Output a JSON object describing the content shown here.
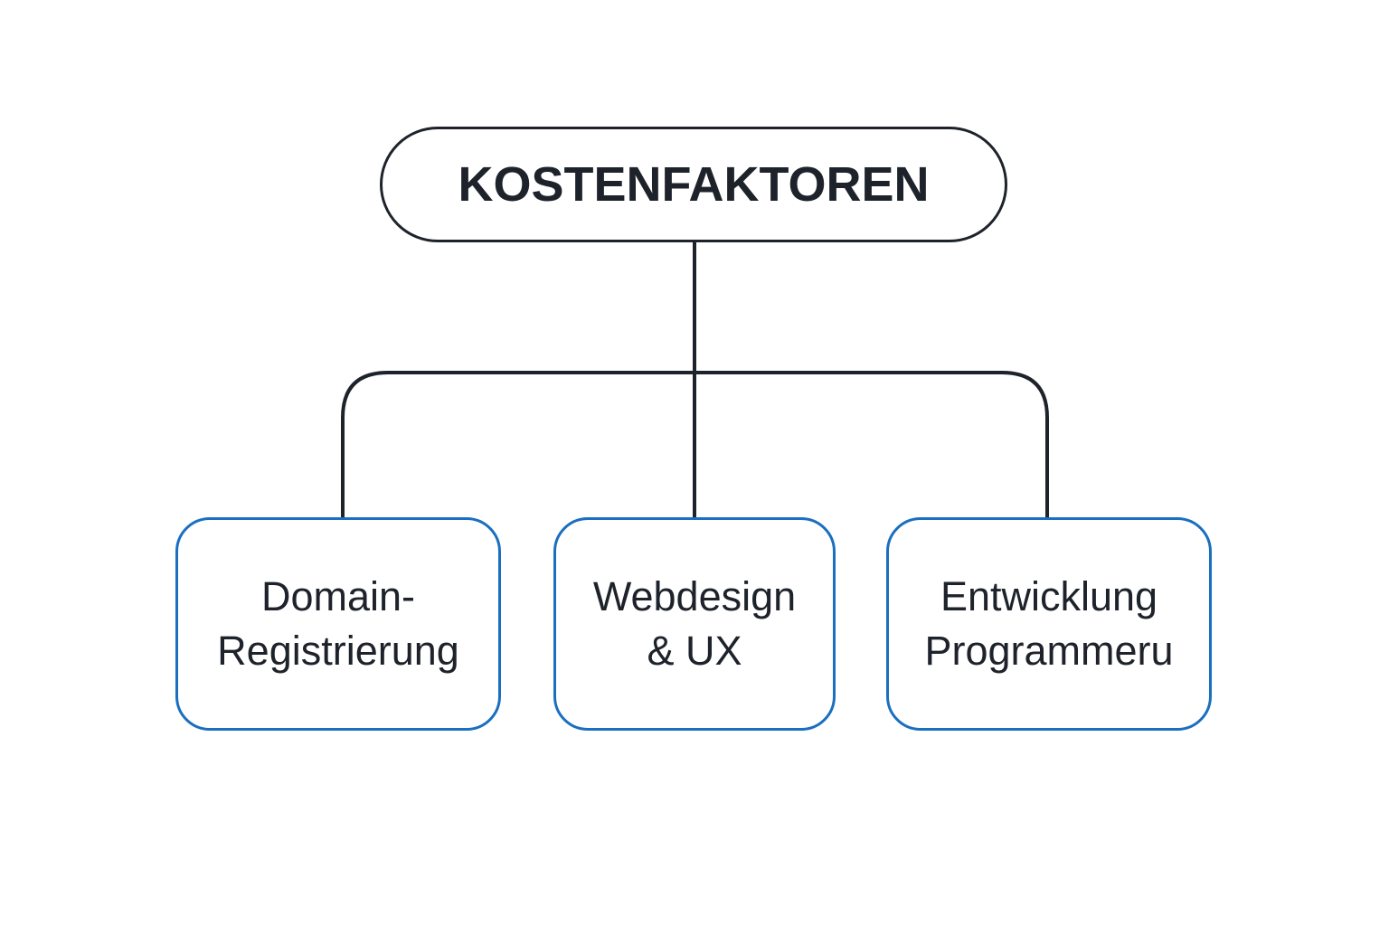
{
  "diagram": {
    "root": {
      "label": "KOSTENFAKTOREN"
    },
    "children": [
      {
        "line1": "Domain-",
        "line2": "Registrierung"
      },
      {
        "line1": "Webdesign",
        "line2": "& UX"
      },
      {
        "line1": "Entwicklung",
        "line2": "Programmeru"
      }
    ]
  },
  "colors": {
    "root_border": "#1e232b",
    "child_border": "#1a6fc0",
    "connector": "#1e232b",
    "text": "#1e232b"
  }
}
